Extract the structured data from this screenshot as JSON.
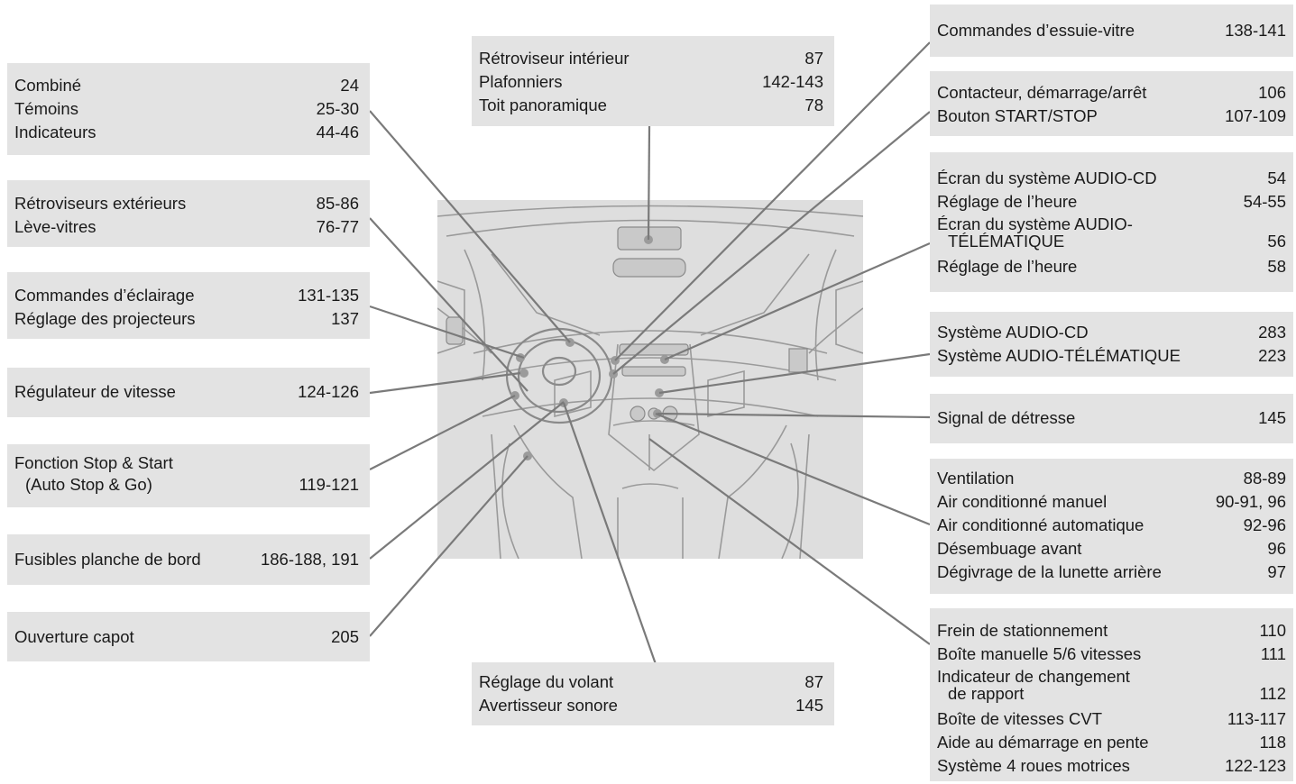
{
  "groups": [
    {
      "items": [
        {
          "label": "Combiné",
          "page": "24"
        },
        {
          "label": "Témoins",
          "page": "25-30"
        },
        {
          "label": "Indicateurs",
          "page": "44-46"
        }
      ]
    },
    {
      "items": [
        {
          "label": "Rétroviseurs extérieurs",
          "page": "85-86"
        },
        {
          "label": "Lève-vitres",
          "page": "76-77"
        }
      ]
    },
    {
      "items": [
        {
          "label": "Commandes d’éclairage",
          "page": "131-135"
        },
        {
          "label": "Réglage des projecteurs",
          "page": "137"
        }
      ]
    },
    {
      "items": [
        {
          "label": "Régulateur de vitesse",
          "page": "124-126"
        }
      ]
    },
    {
      "items": [
        {
          "label": "Fonction Stop & Start",
          "label2": "(Auto Stop & Go)",
          "page": "119-121"
        }
      ]
    },
    {
      "items": [
        {
          "label": "Fusibles planche de bord",
          "page": "186-188, 191"
        }
      ]
    },
    {
      "items": [
        {
          "label": "Ouverture capot",
          "page": "205"
        }
      ]
    },
    {
      "items": [
        {
          "label": "Rétroviseur intérieur",
          "page": "87"
        },
        {
          "label": "Plafonniers",
          "page": "142-143"
        },
        {
          "label": "Toit panoramique",
          "page": "78"
        }
      ]
    },
    {
      "items": [
        {
          "label": "Réglage du volant",
          "page": "87"
        },
        {
          "label": "Avertisseur sonore",
          "page": "145"
        }
      ]
    },
    {
      "items": [
        {
          "label": "Commandes d’essuie-vitre",
          "page": "138-141"
        }
      ]
    },
    {
      "items": [
        {
          "label": "Contacteur, démarrage/arrêt",
          "page": "106"
        },
        {
          "label": "Bouton START/STOP",
          "page": "107-109"
        }
      ]
    },
    {
      "items": [
        {
          "label": "Écran du système AUDIO-CD",
          "page": "54"
        },
        {
          "label": "Réglage de l’heure",
          "page": "54-55"
        },
        {
          "label": "Écran du système AUDIO-",
          "label2": "TÉLÉMATIQUE",
          "page": "56"
        },
        {
          "label": "Réglage de l’heure",
          "page": "58"
        }
      ]
    },
    {
      "items": [
        {
          "label": "Système AUDIO-CD",
          "page": "283"
        },
        {
          "label": "Système AUDIO-TÉLÉMATIQUE",
          "page": "223"
        }
      ]
    },
    {
      "items": [
        {
          "label": "Signal de détresse",
          "page": "145"
        }
      ]
    },
    {
      "items": [
        {
          "label": "Ventilation",
          "page": "88-89"
        },
        {
          "label": "Air conditionné manuel",
          "page": "90-91, 96"
        },
        {
          "label": "Air conditionné automatique",
          "page": "92-96"
        },
        {
          "label": "Désembuage avant",
          "page": "96"
        },
        {
          "label": "Dégivrage de la lunette arrière",
          "page": "97"
        }
      ]
    },
    {
      "items": [
        {
          "label": "Frein de stationnement",
          "page": "110"
        },
        {
          "label": "Boîte manuelle 5/6 vitesses",
          "page": "111"
        },
        {
          "label": "Indicateur de changement",
          "label2": "de rapport",
          "page": "112"
        },
        {
          "label": "Boîte de vitesses CVT",
          "page": "113-117"
        },
        {
          "label": "Aide au démarrage en pente",
          "page": "118"
        },
        {
          "label": "Système 4 roues motrices",
          "page": "122-123"
        }
      ]
    }
  ]
}
